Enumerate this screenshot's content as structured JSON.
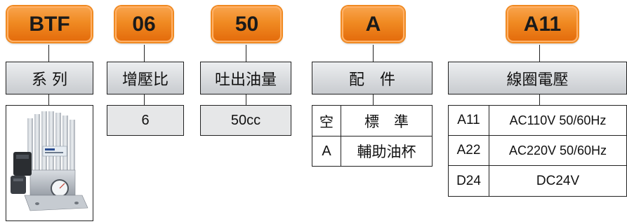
{
  "codes": {
    "series": "BTF",
    "size": "06",
    "volume": "50",
    "accessory": "A",
    "voltage": "A11"
  },
  "series_section": {
    "header": "系 列"
  },
  "size_section": {
    "header": "增壓比",
    "value": "6"
  },
  "volume_section": {
    "header": "吐出油量",
    "value": "50cc"
  },
  "accessory_section": {
    "header": "配　件",
    "rows": [
      {
        "code": "空",
        "desc": "標　準"
      },
      {
        "code": "A",
        "desc": "輔助油杯"
      }
    ]
  },
  "voltage_section": {
    "header": "線圈電壓",
    "rows": [
      {
        "code": "A11",
        "desc": "AC110V 50/60Hz"
      },
      {
        "code": "A22",
        "desc": "AC220V 50/60Hz"
      },
      {
        "code": "D24",
        "desc": "DC24V"
      }
    ]
  },
  "colors": {
    "code_orange": "#f08a22",
    "header_gray": "#c8cbcf",
    "cell_gray": "#e6e7e8"
  }
}
